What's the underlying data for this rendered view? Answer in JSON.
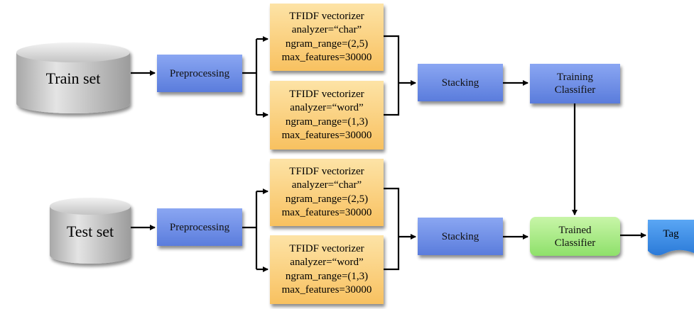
{
  "diagram": {
    "train_set": "Train set",
    "test_set": "Test set",
    "preprocessing": "Preprocessing",
    "stacking": "Stacking",
    "training_classifier": [
      "Training",
      "Classifier"
    ],
    "trained_classifier": [
      "Trained",
      "Classifier"
    ],
    "tag": "Tag",
    "tfidf_char": {
      "title": "TFIDF vectorizer",
      "analyzer": "analyzer=“char”",
      "ngram_range": "ngram_range=(2,5)",
      "max_features": "max_features=30000"
    },
    "tfidf_word": {
      "title": "TFIDF vectorizer",
      "analyzer": "analyzer=“word”",
      "ngram_range": "ngram_range=(1,3)",
      "max_features": "max_features=30000"
    },
    "colors": {
      "cylinder": "#d0d0d0",
      "process_box": "#6f8fe8",
      "tfidf_box": "#fcd384",
      "trained_box": "#a8ec84",
      "tag_shape": "#3d8fe8",
      "arrow": "#000000"
    }
  }
}
